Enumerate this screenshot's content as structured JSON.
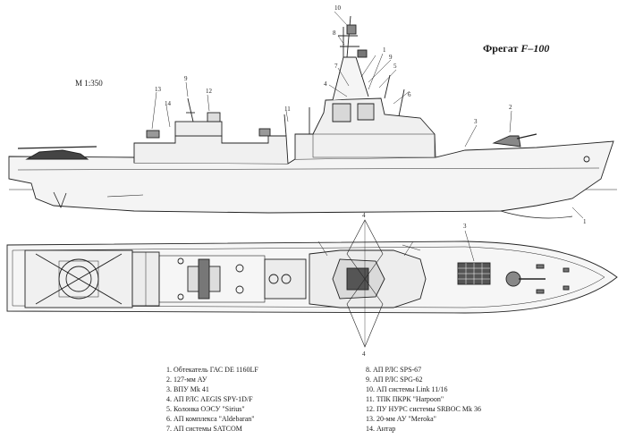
{
  "title_prefix": "Фрегат",
  "title_designation": "F–100",
  "scale": "M 1:350",
  "callout_numbers": [
    "1",
    "2",
    "3",
    "4",
    "5",
    "6",
    "7",
    "8",
    "9",
    "10",
    "11",
    "12",
    "13",
    "14"
  ],
  "legend": {
    "left": [
      "1. Обтекатель ГАС DE 1160LF",
      "2. 127-мм АУ",
      "3. ВПУ Mk 41",
      "4. АП РЛС AEGIS SPY-1D/F",
      "5. Колонка ОЭСУ \"Sirius\"",
      "6. АП комплекса \"Aldebaran\"",
      "7. АП системы SATCOM"
    ],
    "right": [
      "8. АП РЛС SPS-67",
      "9. АП РЛС SPG-62",
      "10. АП системы Link 11/16",
      "11. ТПК ПКРК \"Harpoon\"",
      "12. ПУ НУРС системы SRBOC Mk 36",
      "13. 20-мм АУ \"Meroka\"",
      "14. Антар"
    ]
  }
}
